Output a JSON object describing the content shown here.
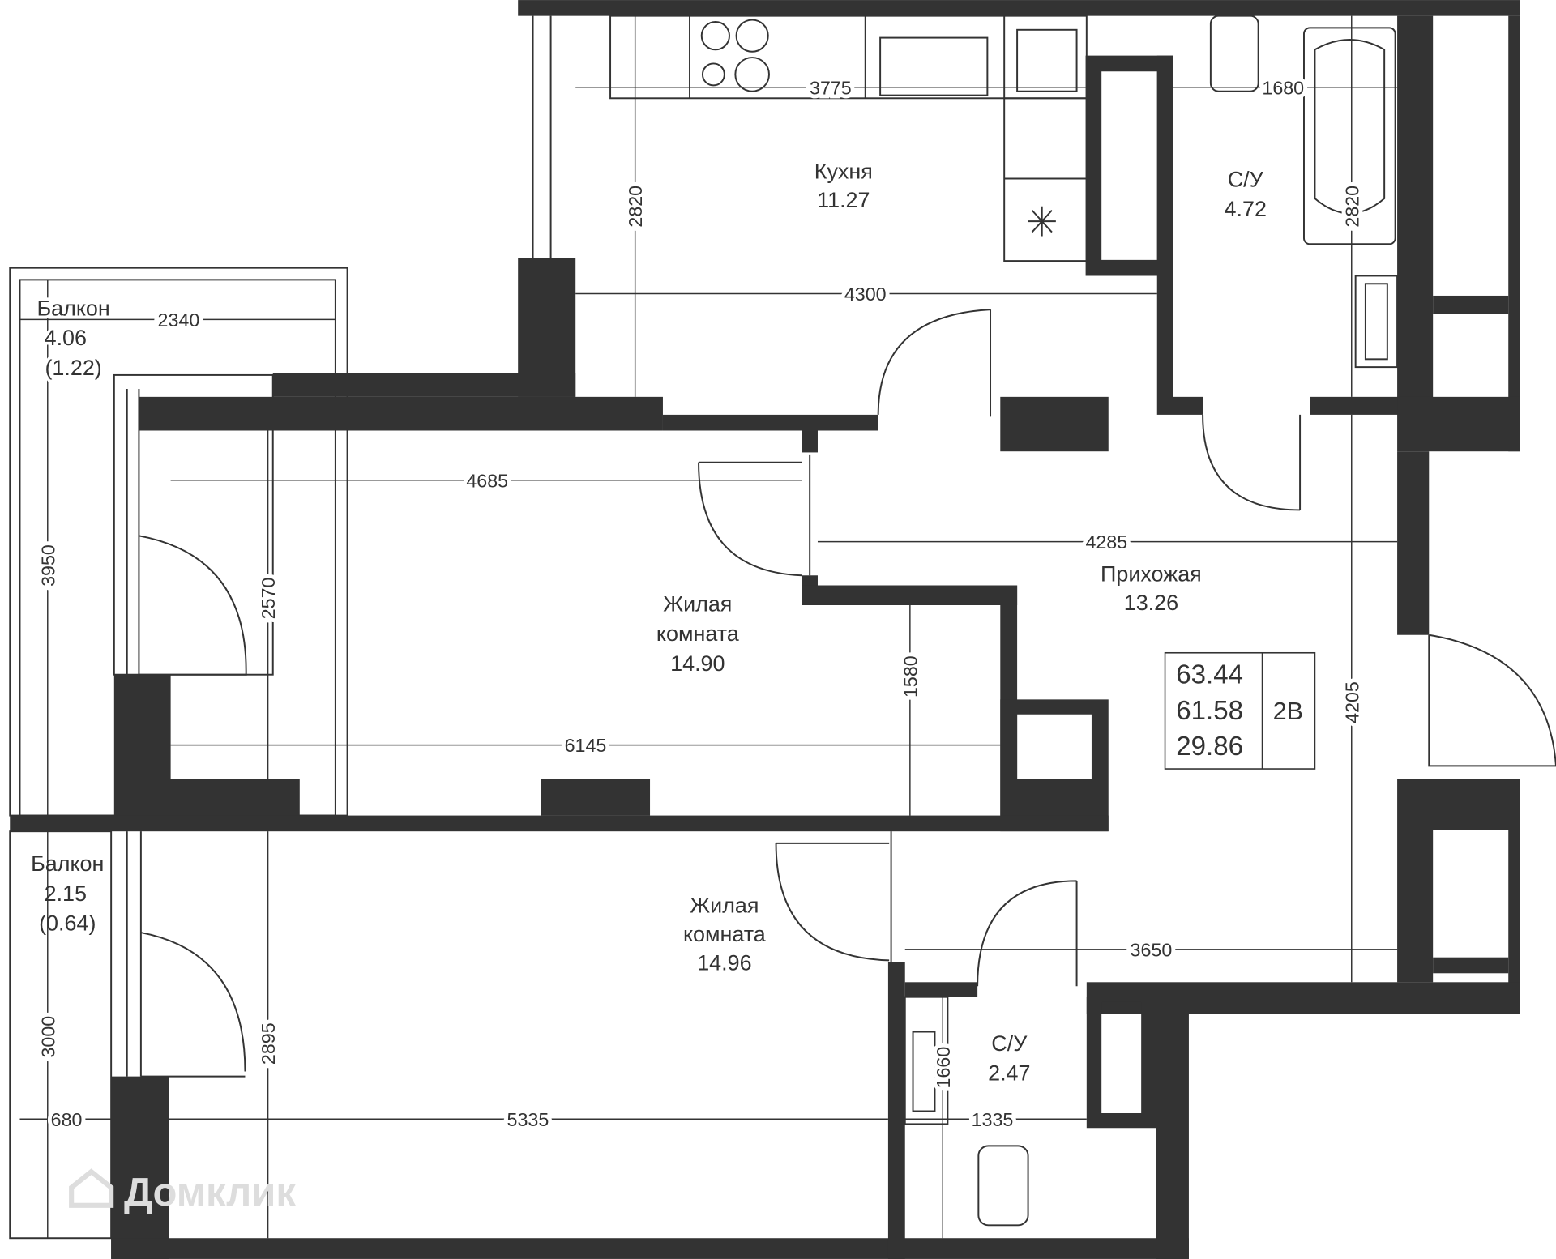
{
  "rooms": {
    "kitchen": {
      "name": "Кухня",
      "area": "11.27"
    },
    "bath1": {
      "name": "С/У",
      "area": "4.72"
    },
    "balcony1": {
      "name": "Балкон",
      "area": "4.06",
      "reduced": "(1.22)"
    },
    "living1": {
      "name1": "Жилая",
      "name2": "комната",
      "area": "14.90"
    },
    "hall": {
      "name": "Прихожая",
      "area": "13.26"
    },
    "balcony2": {
      "name": "Балкон",
      "area": "2.15",
      "reduced": "(0.64)"
    },
    "living2": {
      "name1": "Жилая",
      "name2": "комната",
      "area": "14.96"
    },
    "bath2": {
      "name": "С/У",
      "area": "2.47"
    }
  },
  "summary": {
    "total": "63.44",
    "living_total": "61.58",
    "living": "29.86",
    "type": "2В"
  },
  "dimensions": {
    "d3775": "3775",
    "d1680": "1680",
    "d2820a": "2820",
    "d4300": "4300",
    "d2820b": "2820",
    "d2340": "2340",
    "d3950": "3950",
    "d4685": "4685",
    "d2570": "2570",
    "d4285": "4285",
    "d1580": "1580",
    "d6145": "6145",
    "d4205": "4205",
    "d3650": "3650",
    "d2895": "2895",
    "d3000": "3000",
    "d1660": "1660",
    "d680": "680",
    "d5335": "5335",
    "d1335": "1335"
  },
  "watermark": "Домклик"
}
